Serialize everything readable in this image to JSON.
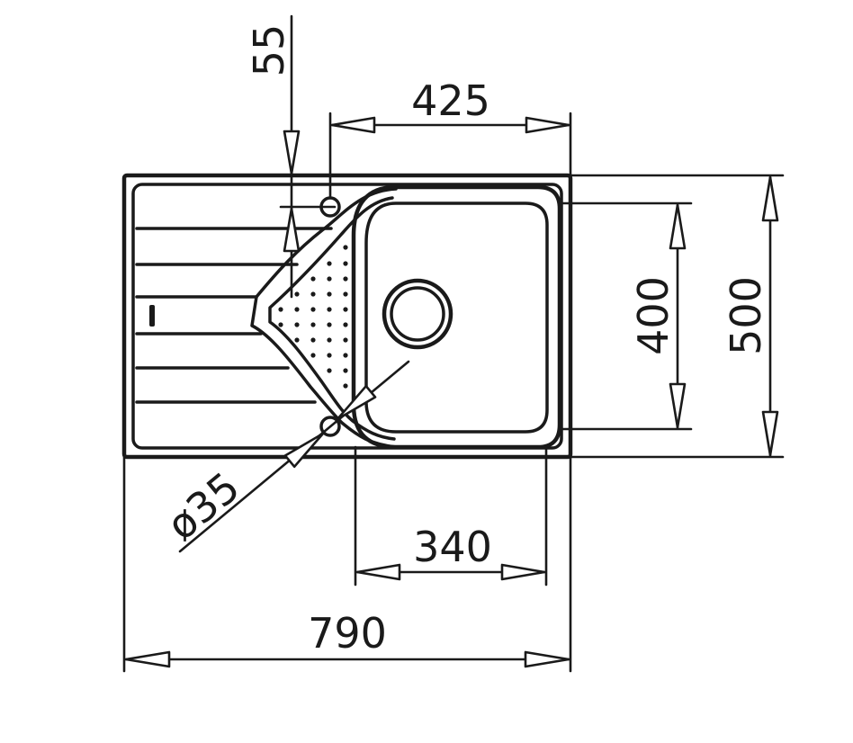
{
  "dimensions": {
    "tap_offset": "55",
    "bowl_outer_width": "425",
    "bowl_height": "400",
    "overall_depth": "500",
    "bowl_inner_width": "340",
    "overall_width": "790",
    "tap_hole": "ø35"
  },
  "colors": {
    "line": "#1a1a1a",
    "background": "#ffffff"
  }
}
